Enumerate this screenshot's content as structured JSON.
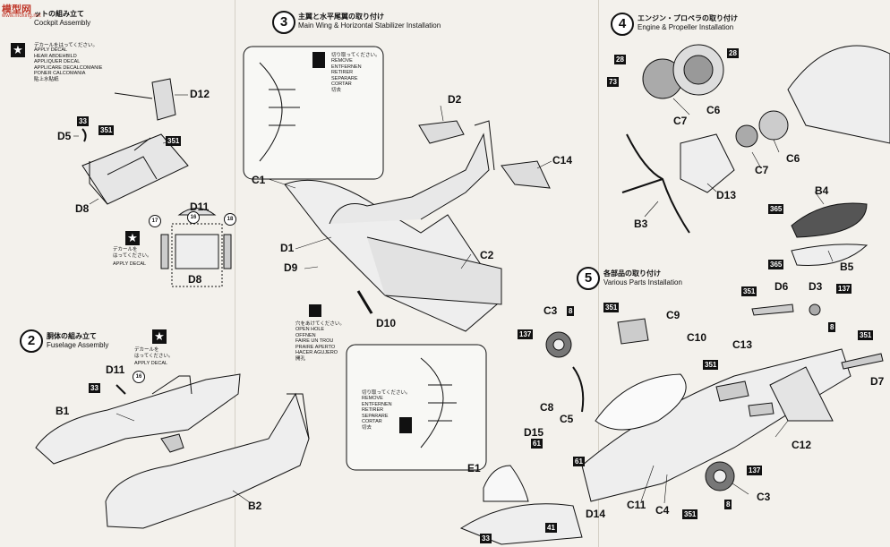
{
  "watermark": {
    "logo_text": "模型网",
    "sub_text": "www.moxing.net"
  },
  "step1": {
    "title_jp": "ットの組み立て",
    "title_en": "Cockpit Assembly"
  },
  "step2": {
    "number": "2",
    "title_jp": "胴体の組み立て",
    "title_en": "Fuselage Assembly"
  },
  "step3": {
    "number": "3",
    "title_jp": "主翼と水平尾翼の取り付け",
    "title_en": "Main Wing & Horizontal Stabilizer Installation"
  },
  "step4": {
    "number": "4",
    "title_jp": "エンジン・プロペラの取り付け",
    "title_en": "Engine & Propeller Installation"
  },
  "step5": {
    "number": "5",
    "title_jp": "各部品の取り付け",
    "title_en": "Various Parts Installation"
  },
  "decal_note": {
    "jp": "デカールをはってください。",
    "lines": "APPLY DECAL\nHEAR ABDEHBILD\nAPPLIQUER DECAL\nAPPLICARE DECALCOMANIE\nPONER CALCOMANIA\n貼上水貼紙",
    "short_jp": "デカールを\nはってください。",
    "short_en": "APPLY DECAL"
  },
  "remove_note": {
    "jp": "切り取ってください。",
    "lines": "REMOVE\nENTFERNEN\nRETIRER\nSEPARARE\nCORTAR\n切去"
  },
  "hole_note": {
    "jp": "穴をあけてください。",
    "lines": "OPEN HOLE\nOFFNEN\nFAIRE UN TROU\nPRAIRE APERTO\nHACER AGUJERO\n開孔"
  },
  "parts": {
    "d12": "D12",
    "d5": "D5",
    "d8a": "D8",
    "d11a": "D11",
    "d8b": "D8",
    "c1": "C1",
    "d2": "D2",
    "c14": "C14",
    "d1": "D1",
    "d9": "D9",
    "c2": "C2",
    "d10": "D10",
    "c7a": "C7",
    "c6a": "C6",
    "c7b": "C7",
    "c6b": "C6",
    "d13": "D13",
    "b3": "B3",
    "b4": "B4",
    "b5": "B5",
    "d11b": "D11",
    "b1": "B1",
    "b2": "B2",
    "c3a": "C3",
    "c9": "C9",
    "c10": "C10",
    "d6": "D6",
    "d3": "D3",
    "c13": "C13",
    "d7": "D7",
    "c8": "C8",
    "c5": "C5",
    "d15": "D15",
    "e1": "E1",
    "d14": "D14",
    "c11": "C11",
    "c4": "C4",
    "c12": "C12",
    "c3b": "C3"
  },
  "badges": {
    "b33a": "33",
    "b351a": "351",
    "b351b": "351",
    "b28a": "28",
    "b28b": "28",
    "b73": "73",
    "b365a": "365",
    "b365b": "365",
    "b33b": "33",
    "b8a": "8",
    "b351c": "351",
    "b137a": "137",
    "b351d": "351",
    "b137b": "137",
    "b8b": "8",
    "b351e": "351",
    "b351f": "351",
    "b61a": "61",
    "b61b": "61",
    "b41": "41",
    "b33c": "33",
    "b137c": "137",
    "b8c": "8",
    "b351g": "351"
  },
  "circled": {
    "c16a": "16",
    "c17": "17",
    "c18": "18",
    "c16b": "16"
  },
  "icons": {
    "star": "★",
    "knife": "knife-icon",
    "drill": "drill-icon"
  }
}
